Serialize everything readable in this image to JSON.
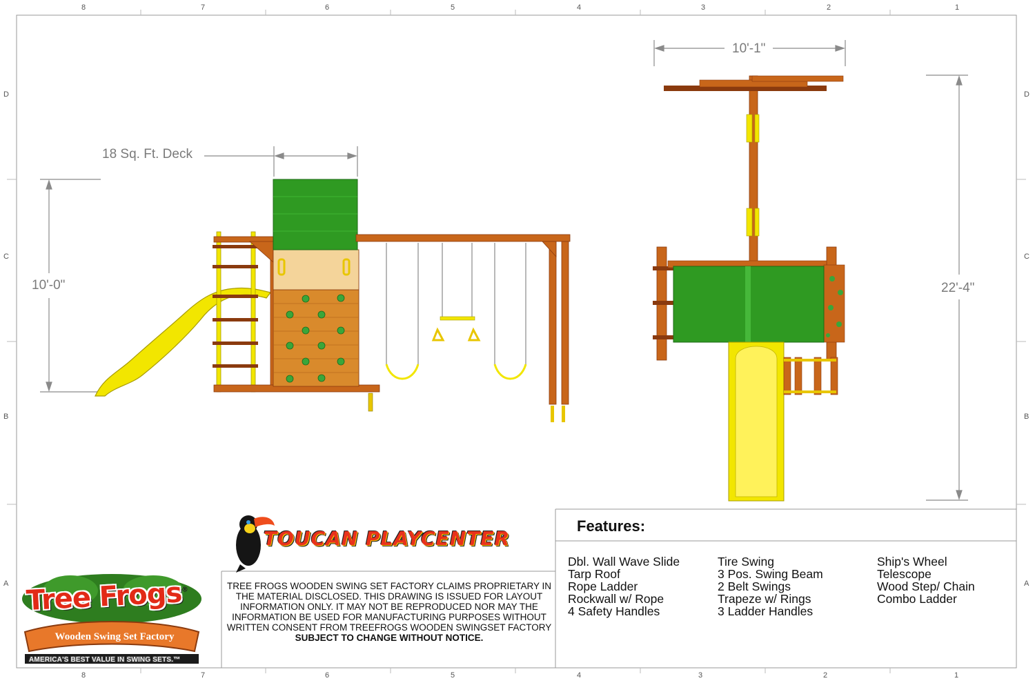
{
  "border": {
    "top_zones": [
      "8",
      "7",
      "6",
      "5",
      "4",
      "3",
      "2",
      "1"
    ],
    "bottom_zones": [
      "8",
      "7",
      "6",
      "5",
      "4",
      "3",
      "2",
      "1"
    ],
    "left_zones": [
      "D",
      "C",
      "B",
      "A"
    ],
    "right_zones": [
      "D",
      "C",
      "B",
      "A"
    ]
  },
  "dimensions": {
    "deck_label": "18 Sq. Ft. Deck",
    "side_height": "10'-0\"",
    "top_width": "10'-1\"",
    "top_length": "22'-4\""
  },
  "product": {
    "name": "TOUCAN PLAYCENTER"
  },
  "brand": {
    "name": "Tree Frogs",
    "registered": "®",
    "subtitle": "Wooden Swing Set Factory",
    "tagline": "AMERICA'S BEST VALUE IN SWING SETS.™"
  },
  "disclaimer": {
    "body": "TREE FROGS WOODEN SWING SET FACTORY CLAIMS PROPRIETARY IN THE MATERIAL DISCLOSED. THIS DRAWING IS ISSUED FOR LAYOUT INFORMATION ONLY.  IT MAY NOT BE REPRODUCED NOR MAY THE INFORMATION BE USED FOR MANUFACTURING PURPOSES WITHOUT WRITTEN CONSENT FROM TREEFROGS WOODEN SWINGSET FACTORY",
    "notice": "SUBJECT TO CHANGE WITHOUT NOTICE."
  },
  "features": {
    "title": "Features:",
    "columns": [
      [
        "Dbl. Wall Wave Slide",
        "Tarp Roof",
        "Rope Ladder",
        "Rockwall w/ Rope",
        "4 Safety Handles"
      ],
      [
        "Tire Swing",
        "3 Pos. Swing Beam",
        "2 Belt Swings",
        "Trapeze w/ Rings",
        "3 Ladder Handles"
      ],
      [
        "Ship's Wheel",
        "Telescope",
        "Wood Step/ Chain",
        "Combo Ladder"
      ]
    ]
  },
  "colors": {
    "wood": "#c8661a",
    "wood_dark": "#8a3a0e",
    "tarp": "#2f9a22",
    "slide": "#f2e600",
    "rock": "#3aa63a"
  }
}
